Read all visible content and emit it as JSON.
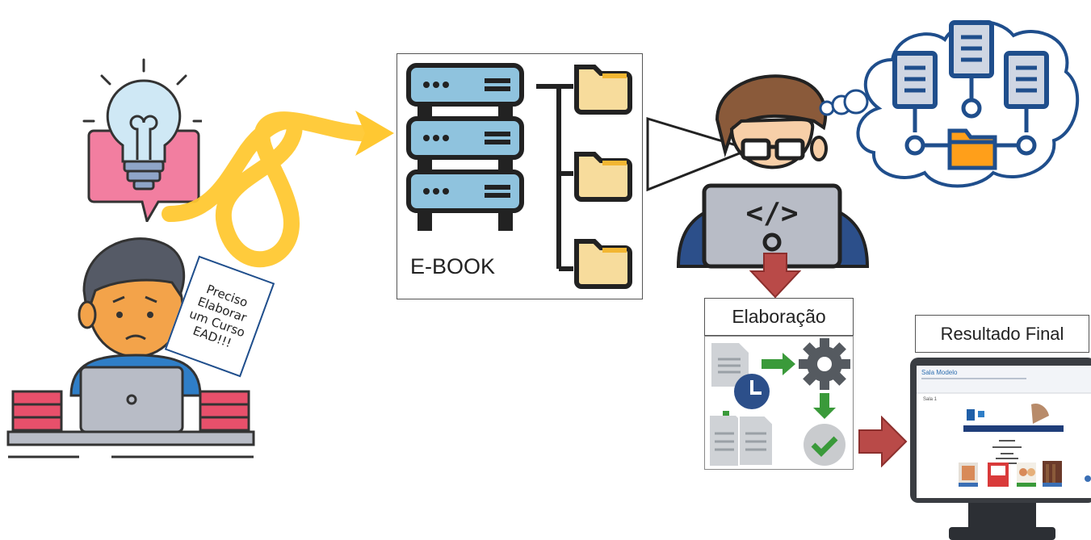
{
  "note": {
    "lines": [
      "Preciso",
      "Elaborar",
      "um Curso",
      "EAD!!!"
    ]
  },
  "ebook": {
    "label": "E-BOOK"
  },
  "elaboracao": {
    "label": "Elaboração"
  },
  "resultado": {
    "label": "Resultado Final"
  },
  "screen": {
    "title": "Sala Modelo",
    "banner_text": "Sala 1"
  },
  "colors": {
    "arrow_yellow": "#ffc832",
    "arrow_red": "#b94a48",
    "server_blue": "#8fc3de",
    "folder_yellow": "#f7dc9c",
    "bulb_blue": "#cfe8f5",
    "bubble_pink": "#f27ea0",
    "person_orange": "#f3a34a",
    "hair_gray": "#555a66",
    "laptop_gray": "#b8bcc6",
    "desk_pink": "#e8506b",
    "thought_blue": "#1f4e8c",
    "folder_orange": "#ff9f1a"
  },
  "icons": [
    "lightbulb-icon",
    "server-icon",
    "folder-icon",
    "programmer-icon",
    "gear-icon",
    "clock-icon",
    "check-icon",
    "monitor-icon",
    "document-icon"
  ]
}
